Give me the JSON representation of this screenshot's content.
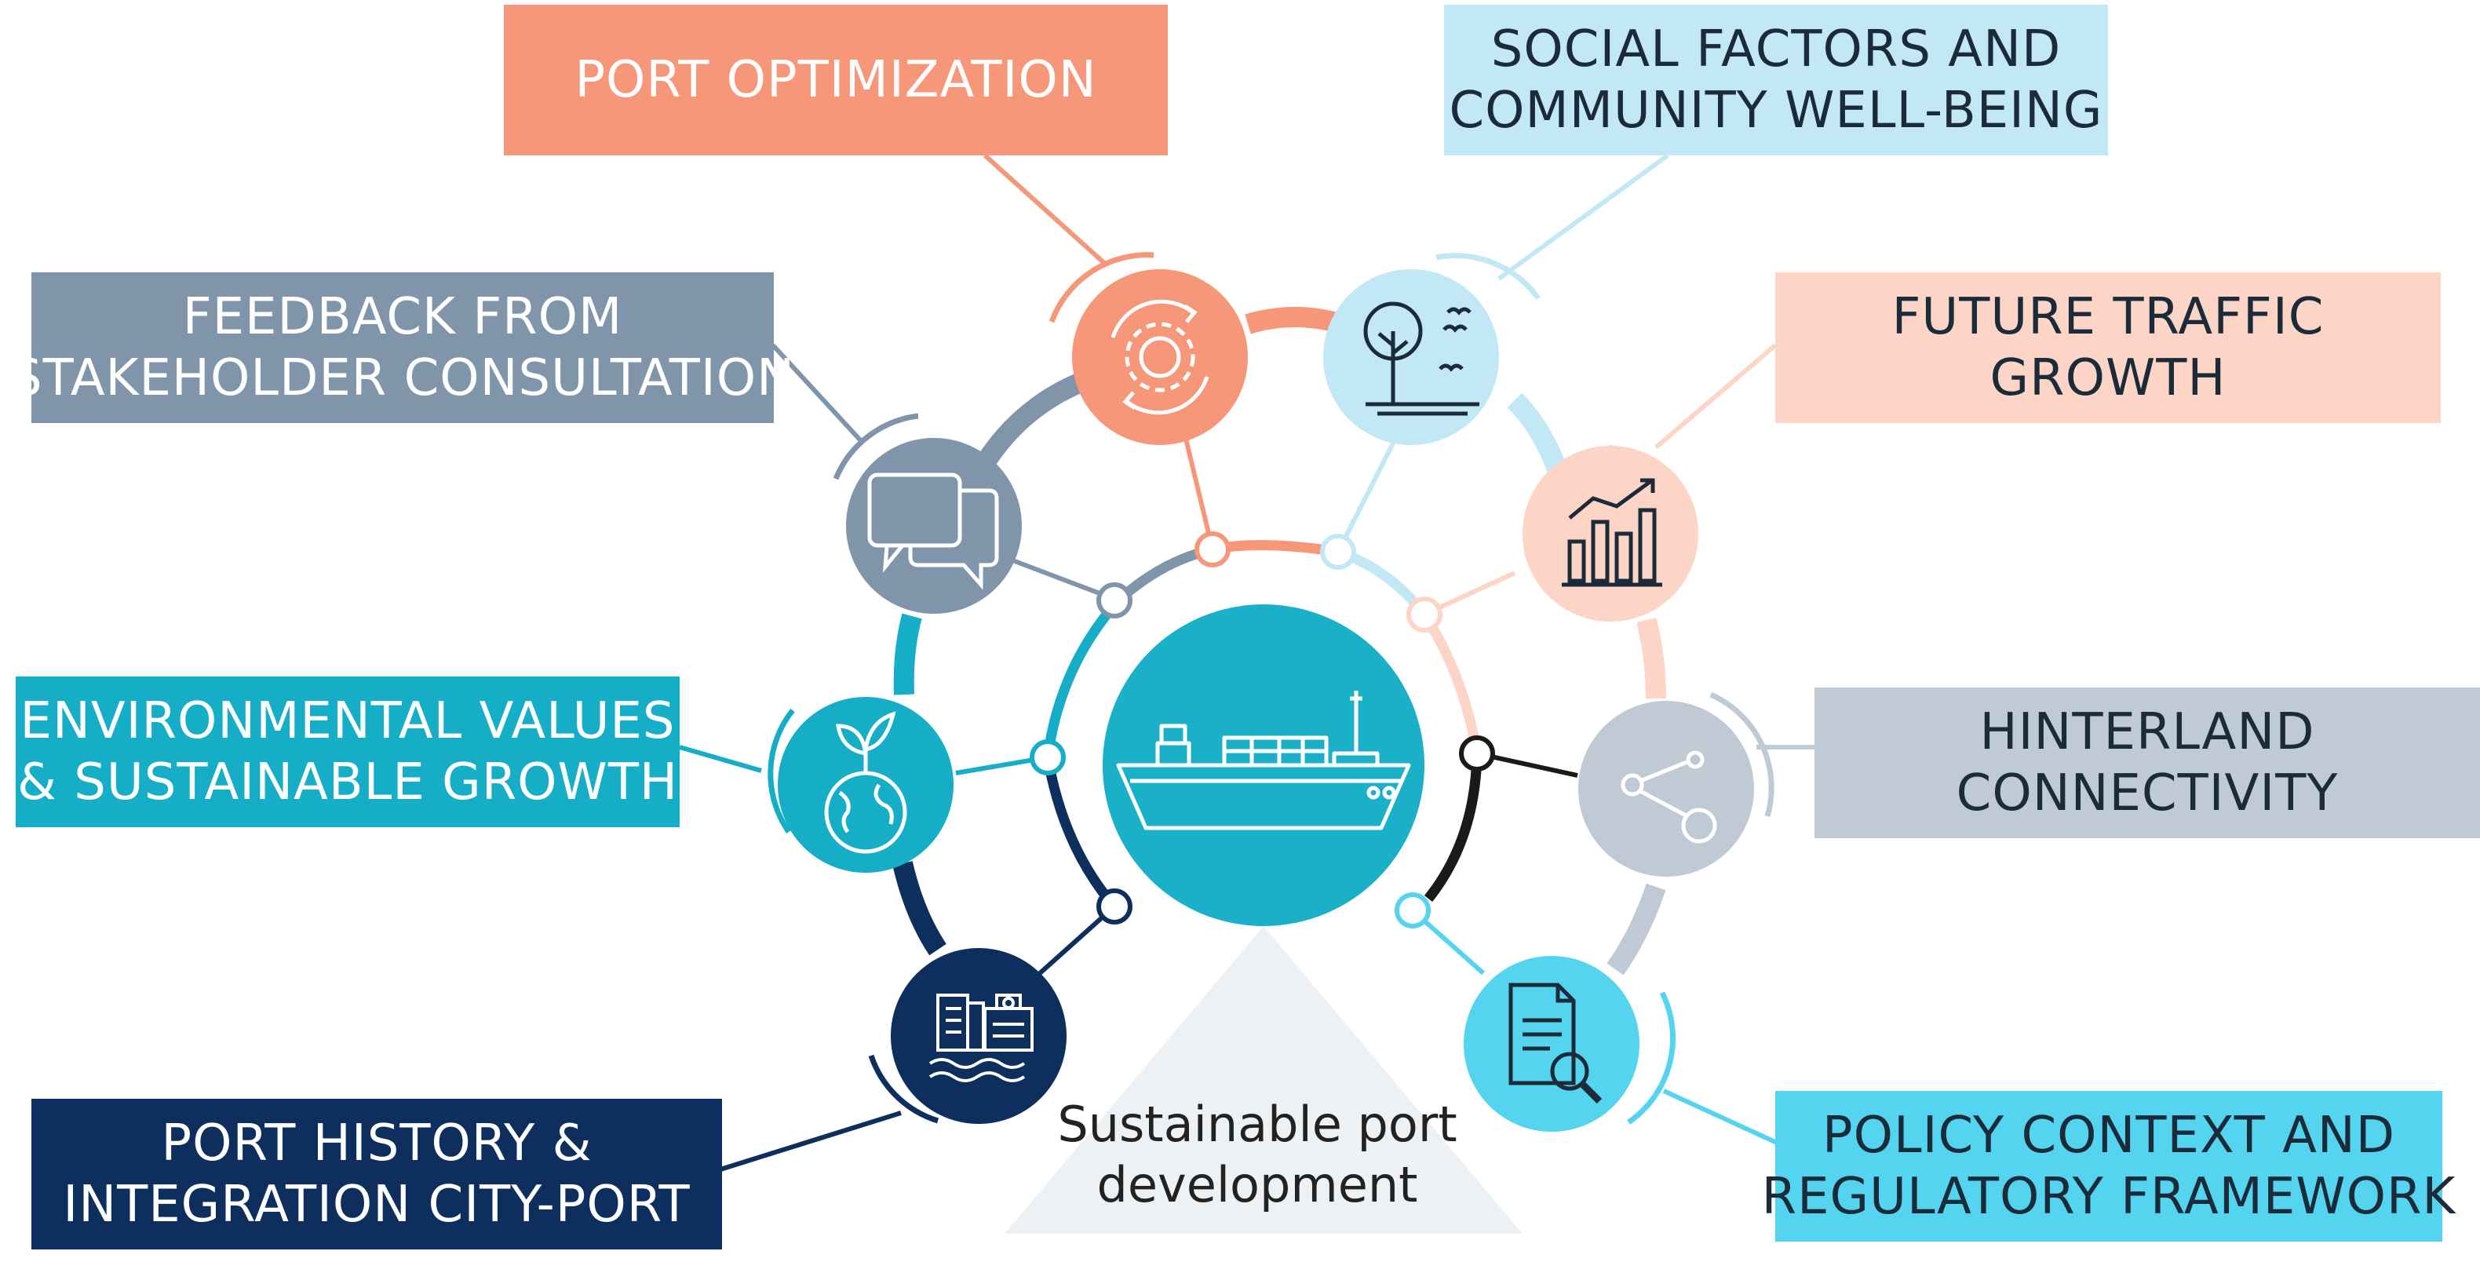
{
  "colors": {
    "salmon": "#f79779",
    "light_blue": "#c2e8f6",
    "peach": "#fdd5c6",
    "slate": "#8195aa",
    "teal": "#16aec7",
    "light_gray": "#c0cad4",
    "navy": "#0e2e5d",
    "cyan": "#54d4ef",
    "center_teal": "#19b0c8",
    "triangle_gray": "#eef1f4"
  },
  "center": {
    "icon": "cargo-ship-icon",
    "caption_line1": "Sustainable port",
    "caption_line2": "development"
  },
  "nodes": [
    {
      "id": "port-optimization",
      "icon": "gear-cycle-icon",
      "label_lines": [
        "PORT OPTIMIZATION"
      ],
      "box_color": "#f79779",
      "text_color": "#ffffff"
    },
    {
      "id": "social-factors",
      "icon": "tree-birds-icon",
      "label_lines": [
        "SOCIAL FACTORS AND",
        "COMMUNITY WELL-BEING"
      ],
      "box_color": "#c2e8f6",
      "text_color": "#1c2b3a"
    },
    {
      "id": "future-traffic",
      "icon": "bar-chart-growth-icon",
      "label_lines": [
        "FUTURE TRAFFIC",
        "GROWTH"
      ],
      "box_color": "#fdd5c6",
      "text_color": "#1c2b3a"
    },
    {
      "id": "hinterland",
      "icon": "network-nodes-icon",
      "label_lines": [
        "HINTERLAND",
        "CONNECTIVITY"
      ],
      "box_color": "#c0cad4",
      "text_color": "#1c2b3a"
    },
    {
      "id": "policy-context",
      "icon": "document-search-icon",
      "label_lines": [
        "POLICY CONTEXT AND",
        "REGULATORY FRAMEWORK"
      ],
      "box_color": "#54d4ef",
      "text_color": "#1c2b3a"
    },
    {
      "id": "port-history",
      "icon": "city-waterfront-icon",
      "label_lines": [
        "PORT HISTORY &",
        "INTEGRATION CITY-PORT"
      ],
      "box_color": "#0e2e5d",
      "text_color": "#ffffff"
    },
    {
      "id": "environmental",
      "icon": "plant-globe-icon",
      "label_lines": [
        "ENVIRONMENTAL VALUES",
        "& SUSTAINABLE GROWTH"
      ],
      "box_color": "#16aec7",
      "text_color": "#ffffff"
    },
    {
      "id": "stakeholder-feedback",
      "icon": "speech-bubbles-icon",
      "label_lines": [
        "FEEDBACK FROM",
        "STAKEHOLDER CONSULTATION"
      ],
      "box_color": "#8195aa",
      "text_color": "#ffffff"
    }
  ]
}
